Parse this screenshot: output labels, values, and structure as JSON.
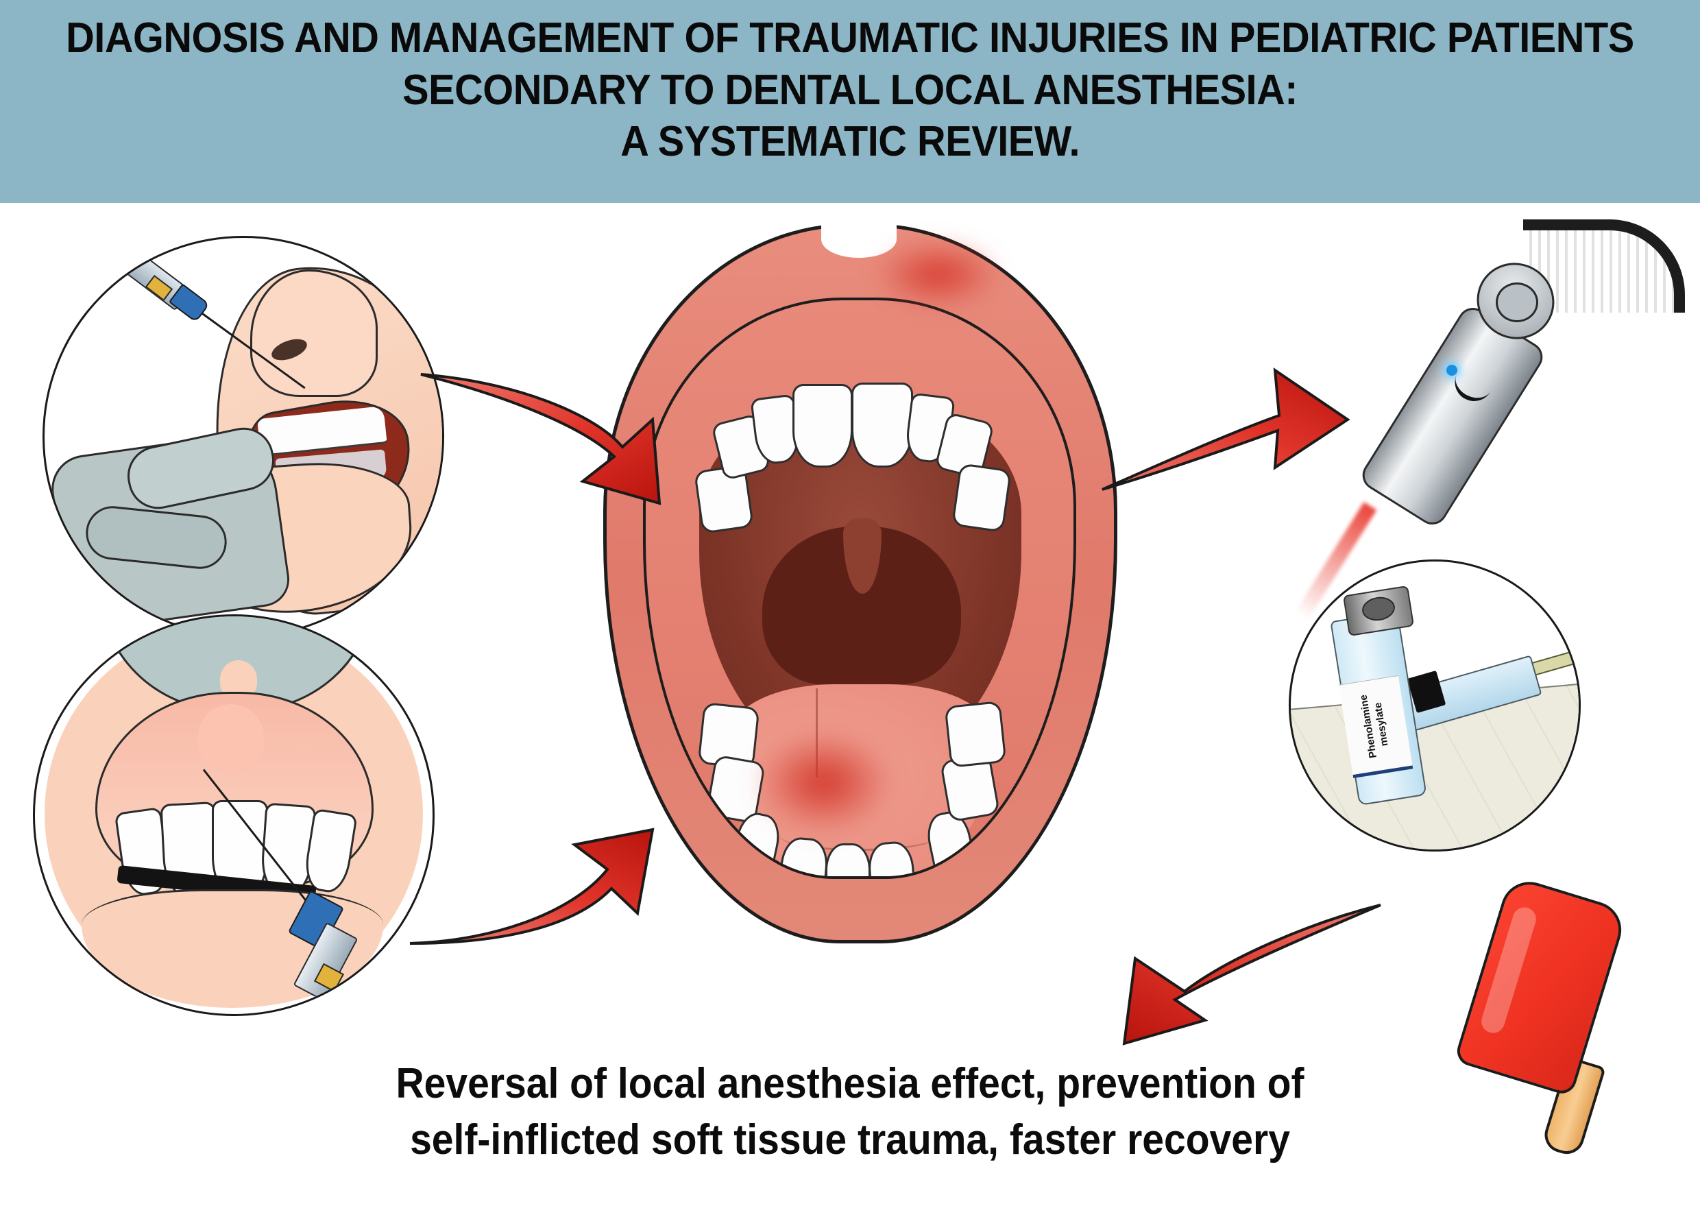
{
  "header": {
    "background_color": "#8cb5c6",
    "title_lines": [
      "DIAGNOSIS AND MANAGEMENT OF TRAUMATIC INJURIES IN PEDIATRIC PATIENTS",
      "SECONDARY TO DENTAL LOCAL ANESTHESIA:",
      "A SYSTEMATIC REVIEW."
    ]
  },
  "figure": {
    "panels": {
      "injection_lip": {
        "name": "inferior-alveolar-nerve-block-injection",
        "elements": [
          "gloved-hand",
          "retracted-lip",
          "dental-syringe",
          "needle",
          "open-mouth"
        ]
      },
      "injection_gum": {
        "name": "maxillary-infiltration-injection",
        "elements": [
          "lip-retractor",
          "upper-gingiva",
          "anterior-teeth",
          "needle",
          "syringe-barrel"
        ]
      },
      "mouth": {
        "name": "open-mouth-with-soft-tissue-trauma",
        "lesion_sites": [
          "upper lip",
          "tongue",
          "lower lip"
        ],
        "dentition": "primary",
        "lesion_color": "#d23428"
      },
      "laser": {
        "name": "low-level-laser-therapy-handpiece",
        "beam_color": "#e93c32",
        "indicator_color": "#1a8fe0"
      },
      "vial": {
        "name": "phentolamine-mesylate-vial-and-syringe",
        "label_lines": [
          "Phenolamine",
          "mesylate"
        ]
      },
      "popsicle": {
        "name": "cold-popsicle-ice-pop",
        "body_color": "#ef3222",
        "stick_color": "#f0b469"
      }
    },
    "arrow_color": "#dc2a22",
    "arrows": [
      {
        "name": "arrow-lip-injection-to-mouth",
        "direction": "right"
      },
      {
        "name": "arrow-gum-injection-to-mouth",
        "direction": "up-right"
      },
      {
        "name": "arrow-mouth-to-laser",
        "direction": "right"
      },
      {
        "name": "arrow-popsicle-to-mouth",
        "direction": "left"
      }
    ]
  },
  "caption": {
    "lines": [
      "Reversal of local anesthesia effect, prevention of",
      "self-inflicted soft tissue trauma,  faster recovery"
    ]
  }
}
